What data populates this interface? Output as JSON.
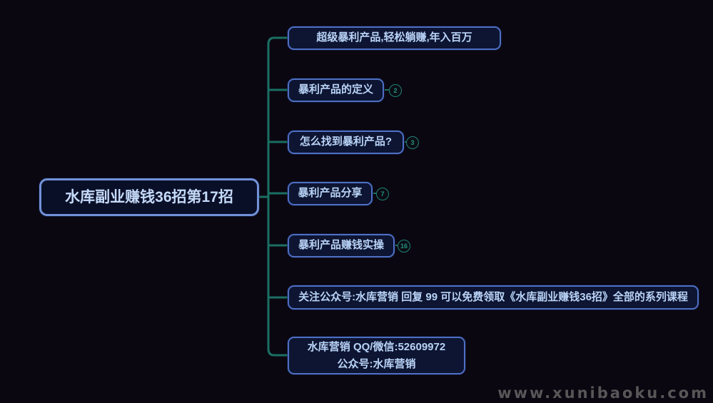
{
  "root": {
    "label": "水库副业赚钱36招第17招"
  },
  "branches": [
    {
      "label": "超级暴利产品,轻松躺赚,年入百万",
      "badge": ""
    },
    {
      "label": "暴利产品的定义",
      "badge": "2"
    },
    {
      "label": "怎么找到暴利产品?",
      "badge": "3"
    },
    {
      "label": "暴利产品分享",
      "badge": "7"
    },
    {
      "label": "暴利产品赚钱实操",
      "badge": "16"
    },
    {
      "label": "关注公众号:水库营销 回复 99 可以免费领取《水库副业赚钱36招》全部的系列课程",
      "badge": ""
    },
    {
      "label_line1": "水库营销 QQ/微信:52609972",
      "label_line2": "公众号:水库营销",
      "badge": ""
    }
  ],
  "watermark": "www.xunibaoku.com",
  "colors": {
    "background": "#0a0711",
    "node_fill": "#0d1532",
    "node_border": "#4e6fc3",
    "root_border": "#7292d8",
    "text": "#b9d3f7",
    "connector": "#1b6f62",
    "badge": "#27927f",
    "watermark": "#575757"
  }
}
